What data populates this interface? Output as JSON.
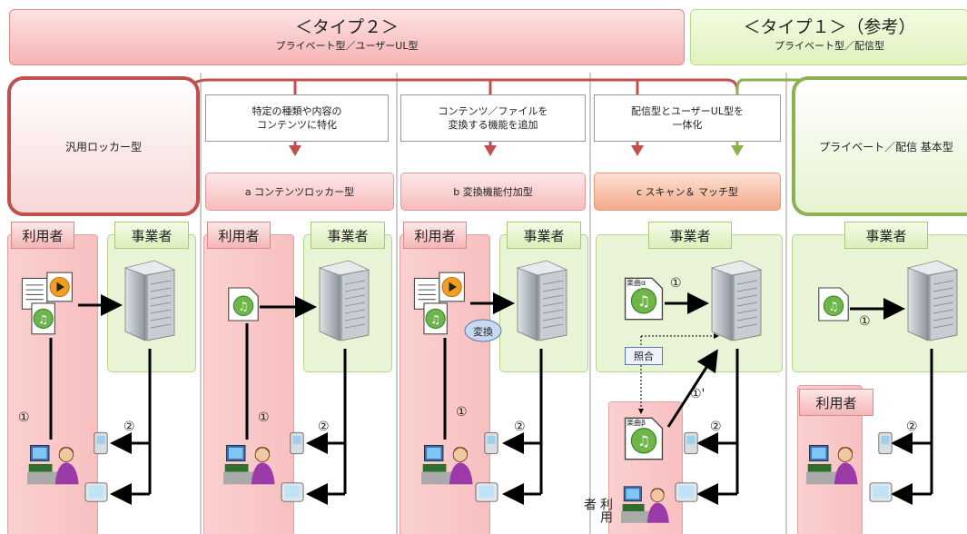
{
  "type2": {
    "title": "＜タイプ２＞",
    "subtitle": "プライベート型／ユーザーUL型"
  },
  "type1": {
    "title": "＜タイプ１＞（参考）",
    "subtitle": "プライベート型／配信型"
  },
  "generic_locker": "汎用ロッカー型",
  "basic_type": "プライベート／配信 基本型",
  "labels": {
    "a": [
      "特定の種類や内容の",
      "コンテンツに特化"
    ],
    "b": [
      "コンテンツ／ファイルを",
      "変換する機能を追加"
    ],
    "c": [
      "配信型とユーザーUL型を",
      "一体化"
    ]
  },
  "types": {
    "a": "a コンテンツロッカー型",
    "b": "b 変換機能付加型",
    "c": "c スキャン＆ マッチ型"
  },
  "user": "利用者",
  "operator": "事業者",
  "convert": "変換",
  "match": "照合",
  "song_a": "楽曲α",
  "song_b": "楽曲β",
  "step1": "①",
  "step2": "②",
  "step1p": "①'",
  "colors": {
    "pink": "#f6b3b3",
    "green": "#dff2bd",
    "arrow_red": "#c0504d",
    "arrow_green": "#8db14e"
  }
}
